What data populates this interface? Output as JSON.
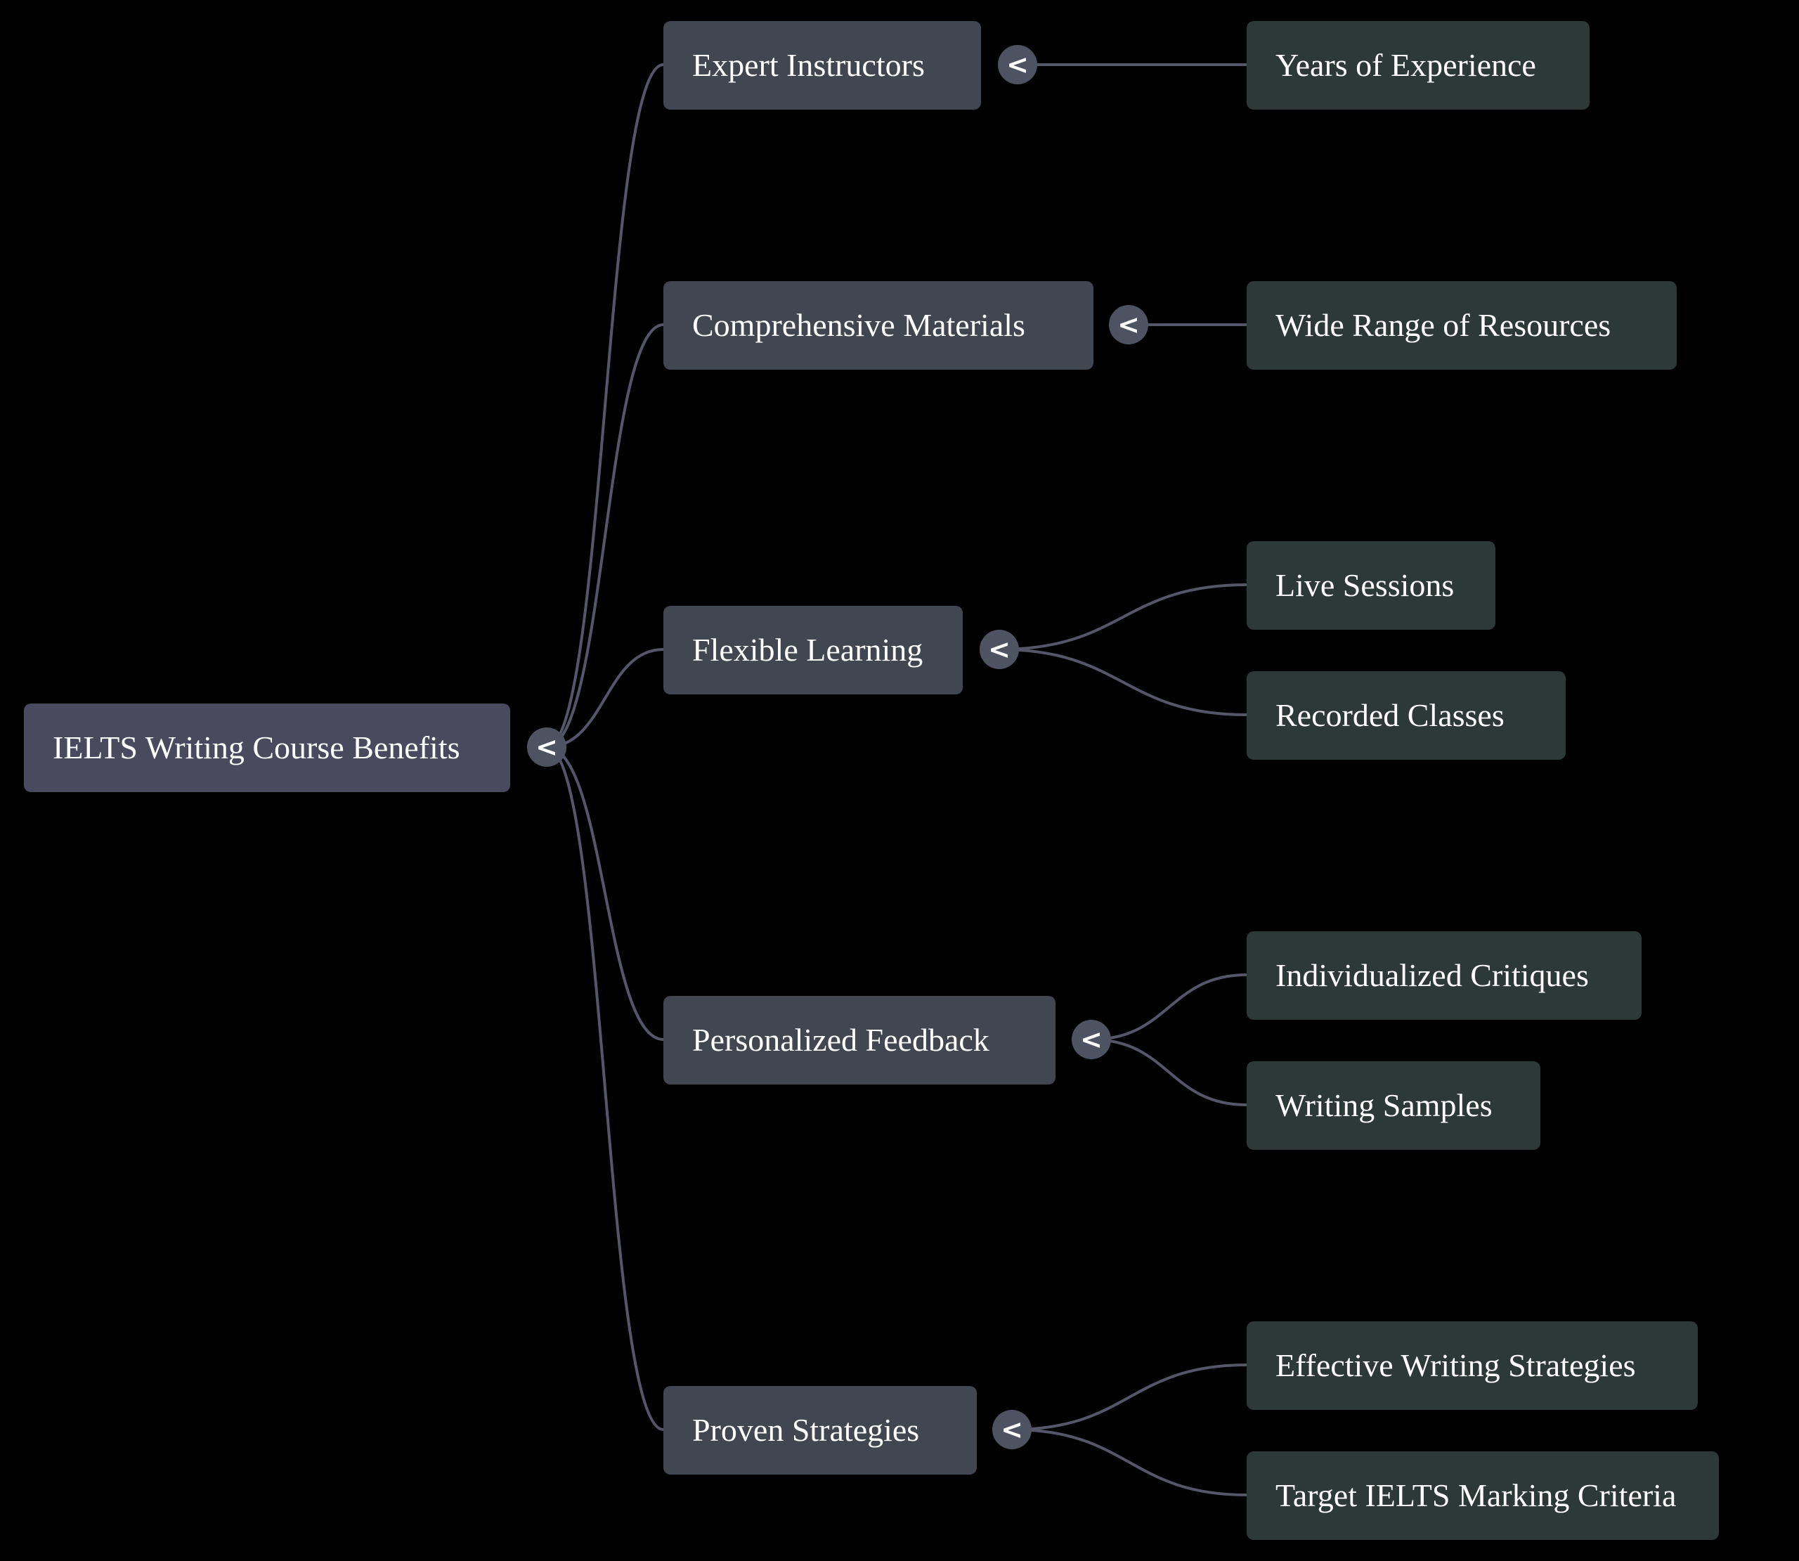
{
  "colors": {
    "background": "#000000",
    "root_node": "#4a4a5e",
    "branch_node": "#404751",
    "leaf_node": "#2d3936",
    "toggle": "#4d5360",
    "edge": "#56566a",
    "text": "#ffffff"
  },
  "toggle_glyph": "<",
  "icons": {
    "toggle": "chevron-left-icon"
  },
  "root": {
    "label": "IELTS Writing Course Benefits"
  },
  "branches": [
    {
      "label": "Expert Instructors",
      "children": [
        "Years of Experience"
      ]
    },
    {
      "label": "Comprehensive Materials",
      "children": [
        "Wide Range of Resources"
      ]
    },
    {
      "label": "Flexible Learning",
      "children": [
        "Live Sessions",
        "Recorded Classes"
      ]
    },
    {
      "label": "Personalized Feedback",
      "children": [
        "Individualized Critiques",
        "Writing Samples"
      ]
    },
    {
      "label": "Proven Strategies",
      "children": [
        "Effective Writing Strategies",
        "Target IELTS Marking Criteria"
      ]
    }
  ]
}
